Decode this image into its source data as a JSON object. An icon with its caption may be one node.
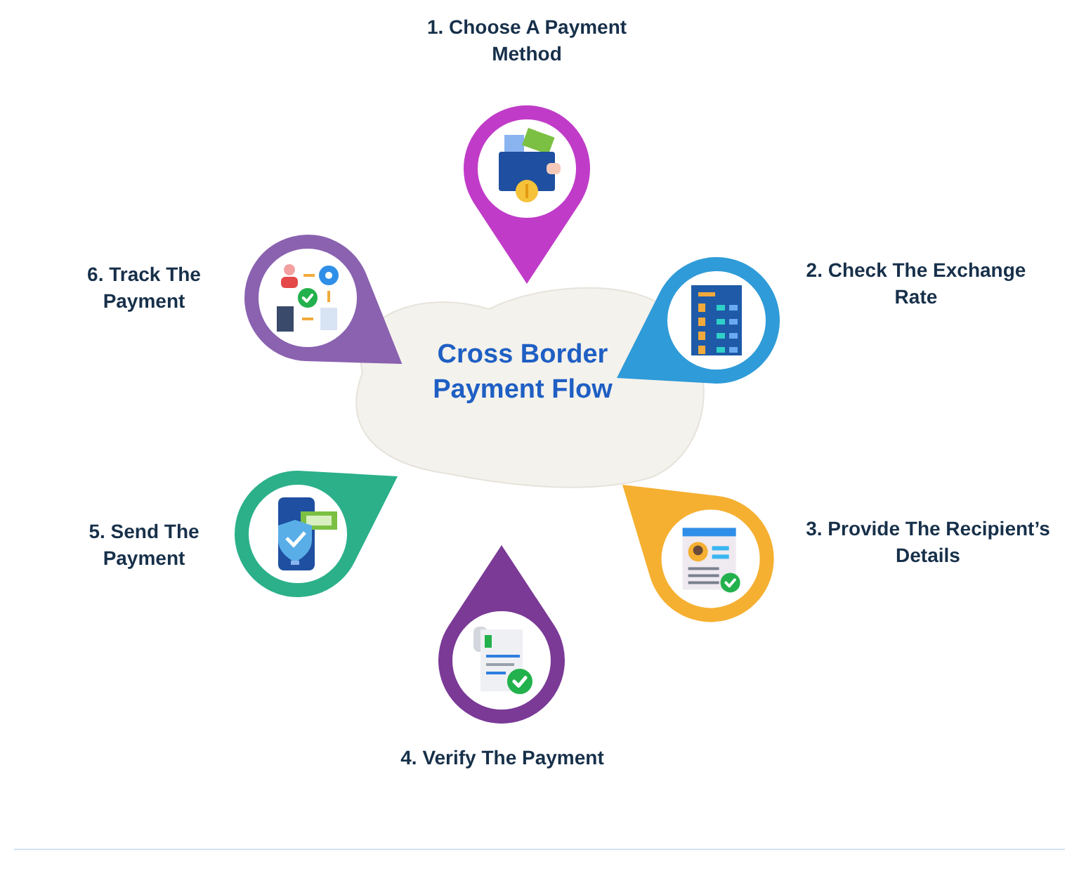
{
  "diagram": {
    "nodes": [
      {
        "text": [
          "Cross Border Payment Flow"
        ]
      },
      {
        "text": [
          "1. Choose A Payment Method"
        ]
      },
      {
        "text": [
          "2. Check The Exchange Rate"
        ]
      },
      {
        "text": [
          "3. Provide The Recipient’s Details"
        ]
      },
      {
        "text": [
          "4. Verify The Payment"
        ]
      },
      {
        "text": [
          "5. Send The Payment"
        ]
      },
      {
        "text": [
          "6. Track The Payment"
        ]
      }
    ]
  }
}
